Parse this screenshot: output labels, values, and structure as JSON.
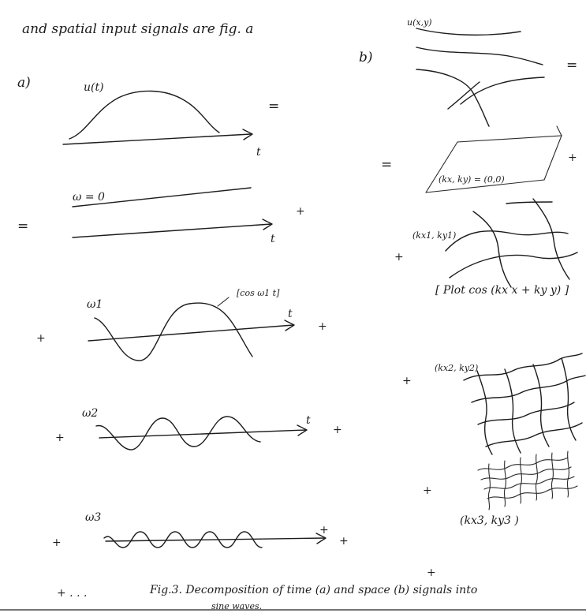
{
  "header": {
    "top_text": "and spatial input signals are fig. a"
  },
  "part_a": {
    "label": "a)",
    "signal_label": "u(t)",
    "equals": "=",
    "axis_t": "t",
    "omega0": "ω = 0",
    "omega1": "ω1",
    "omega2": "ω2",
    "omega3": "ω3",
    "cos_label": "[cos ω1 t]",
    "plus": "+",
    "ellipsis": "+ . . ."
  },
  "part_b": {
    "label": "b)",
    "signal_label": "u(x,y)",
    "equals": "=",
    "plus": "+",
    "k0": "(kx, ky) = (0,0)",
    "k1": "(kx1, ky1)",
    "k2": "(kx2, ky2)",
    "k3": "(kx3, ky3 )",
    "plot_label": "[ Plot cos (kx x + ky y) ]"
  },
  "caption": {
    "text": "Fig.3.  Decomposition of time (a) and space (b) signals into",
    "text_line2": "sine waves."
  }
}
